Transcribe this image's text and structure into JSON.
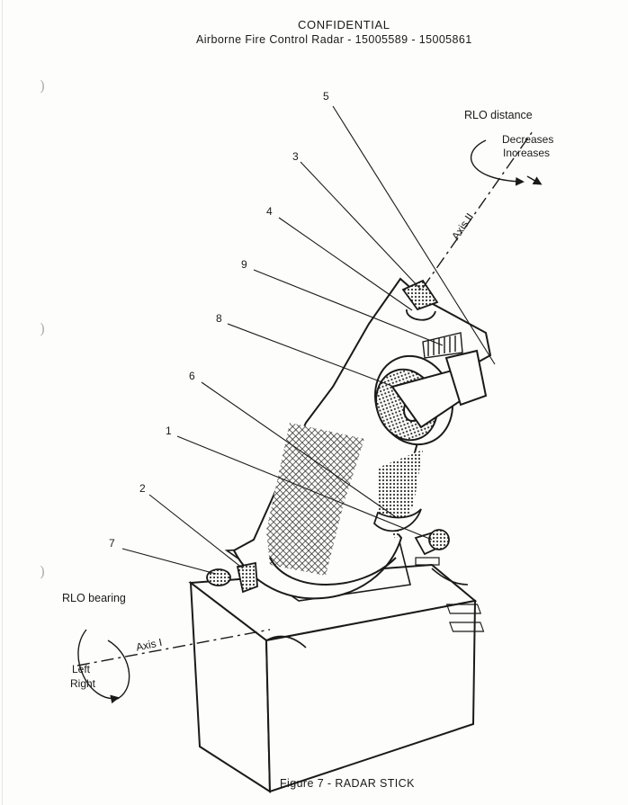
{
  "header": {
    "classification": "CONFIDENTIAL",
    "title": "Airborne Fire Control Radar - 15005589 - 15005861"
  },
  "callouts": [
    "1",
    "2",
    "3",
    "4",
    "5",
    "6",
    "7",
    "8",
    "9"
  ],
  "annotations": {
    "rlo_distance": "RLO distance",
    "decreases": "Decreases",
    "increases": "Increases",
    "axis_ii": "Axis II",
    "rlo_bearing": "RLO bearing",
    "axis_i": "Axis I",
    "left": "Left",
    "right": "Right"
  },
  "caption": "Figure 7 - RADAR STICK",
  "colors": {
    "ink": "#1a1a1a",
    "paper": "#fdfdfb"
  }
}
